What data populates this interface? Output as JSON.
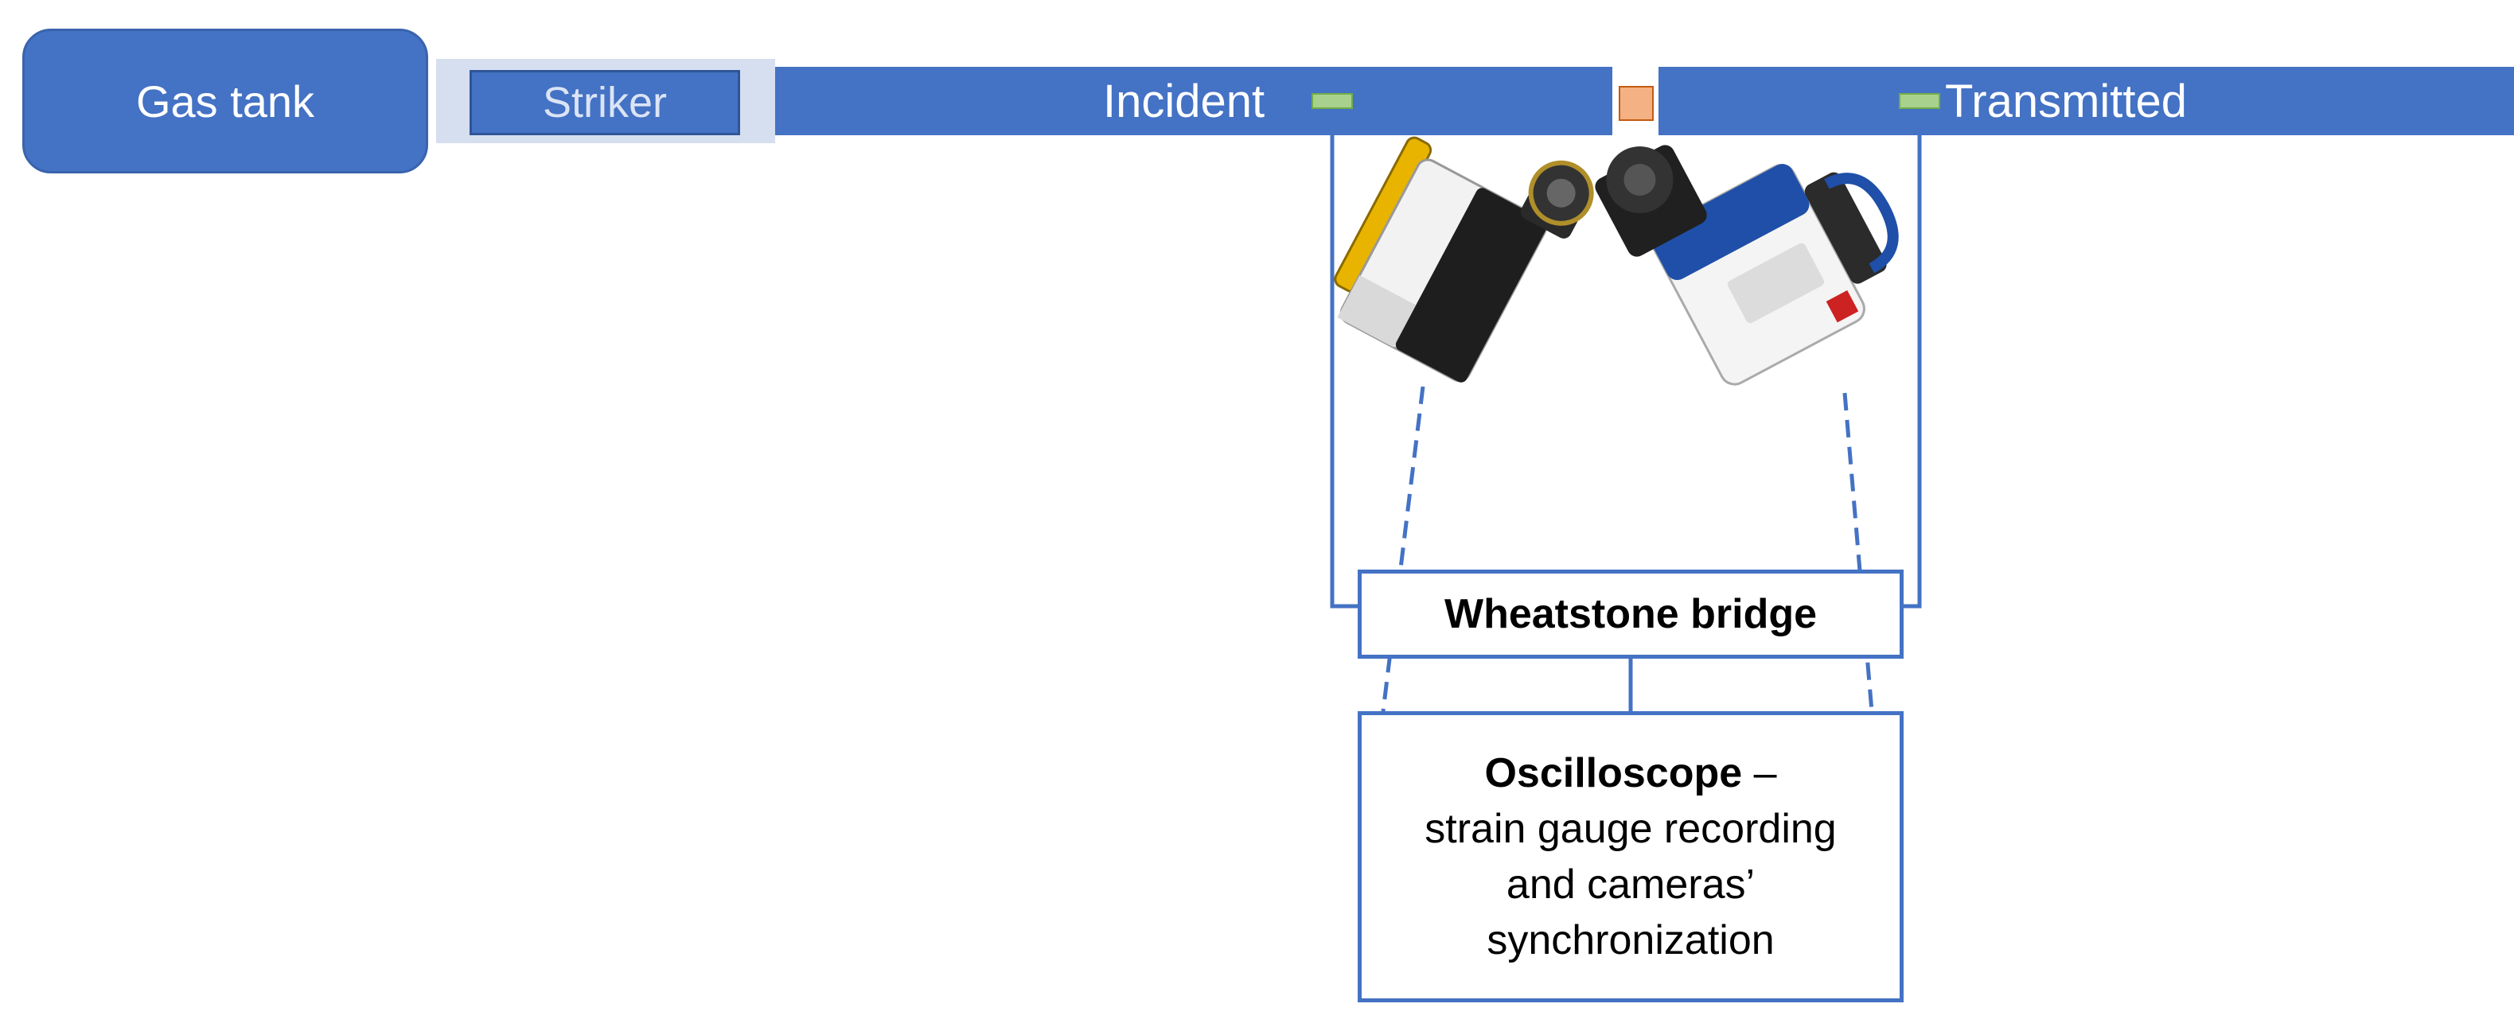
{
  "diagram": {
    "gas_tank_label": "Gas tank",
    "striker_label": "Striker",
    "incident_label": "Incident",
    "transmitted_label": "Transmitted",
    "wheatstone_label": "Wheatstone bridge",
    "oscilloscope_title": "Oscilloscope",
    "oscilloscope_dash": " –",
    "oscilloscope_line1": "strain gauge recording",
    "oscilloscope_line2": "and cameras’",
    "oscilloscope_line3": "synchronization"
  },
  "colors": {
    "bar_blue": "#4472c4",
    "specimen_orange": "#f4b183",
    "gauge_green": "#a9d18e"
  },
  "icons": [
    "left-high-speed-camera-icon",
    "right-high-speed-camera-icon"
  ]
}
